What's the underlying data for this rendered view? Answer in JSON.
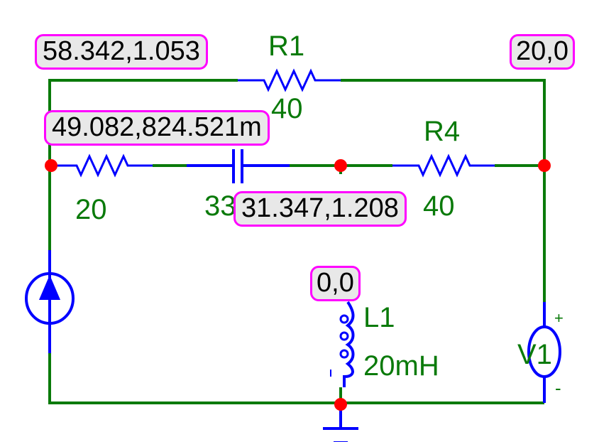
{
  "components": {
    "r1": {
      "name": "R1",
      "value": "40"
    },
    "r2": {
      "value": "20"
    },
    "c1": {
      "value": "33"
    },
    "r4": {
      "name": "R4",
      "value": "40"
    },
    "l1": {
      "name": "L1",
      "value": "20mH"
    },
    "v1": {
      "name": "V1",
      "plus": "+",
      "minus": "-"
    }
  },
  "probes": {
    "top_left": "58.342,1.053",
    "middle_left": "49.082,824.521m",
    "middle_center": "31.347,1.208",
    "inductor": "0,0",
    "top_right": "20,0"
  },
  "colors": {
    "wire": "#0a7a0a",
    "component": "#0000ff",
    "node": "#ff0000",
    "probe_border": "#ff00ff"
  }
}
